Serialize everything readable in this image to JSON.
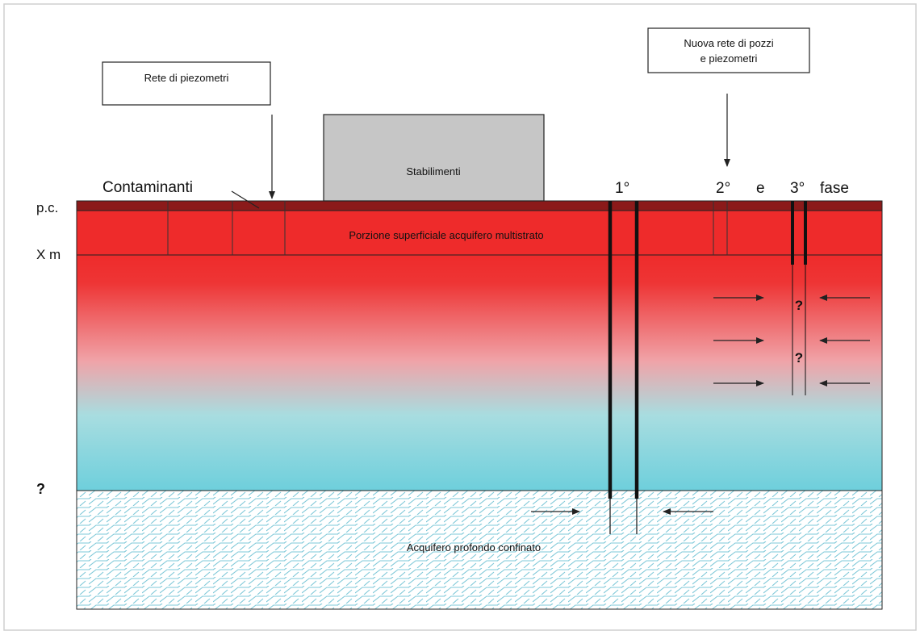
{
  "labels": {
    "piezometer_network": "Rete di piezometri",
    "new_network_line1": "Nuova rete di pozzi",
    "new_network_line2": "e piezometri",
    "plants": "Stabilimenti",
    "contaminants": "Contaminanti",
    "ground_level": "p.c.",
    "depth_marker": "X m",
    "unknown_depth": "?",
    "shallow_aquifer": "Porzione superficiale acquifero multistrato",
    "deep_aquifer": "Acquifero profondo confinato",
    "phase_first": "1°",
    "phase_second": "2°",
    "phase_and": "e",
    "phase_third": "3°",
    "phase_word": "fase",
    "question_upper": "?",
    "question_lower": "?"
  },
  "colors": {
    "topsoil": "#8b1a1a",
    "shallow_layer": "#ee2b2b",
    "gradient_top": "#ee2b2b",
    "gradient_bottom": "#6ecfdc",
    "deep_aquifer_fill": "#ffffff",
    "deep_aquifer_hatch": "#7ec8d8",
    "plant_fill": "#c6c6c6",
    "frame_border": "#cfcfcf"
  }
}
